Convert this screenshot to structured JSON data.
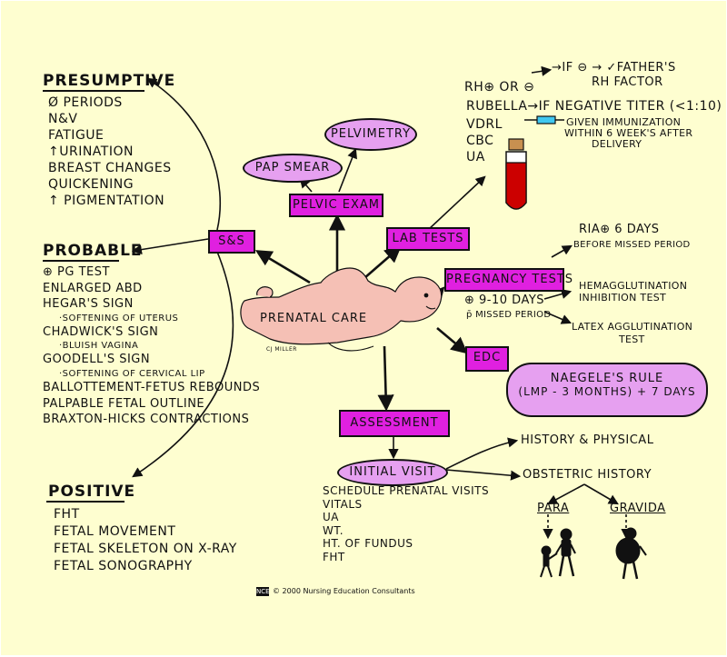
{
  "presumptive": {
    "title": "PRESUMPTIVE",
    "items": [
      "Ø PERIODS",
      "N&V",
      "FATIGUE",
      "↑URINATION",
      "BREAST CHANGES",
      "QUICKENING",
      "↑ PIGMENTATION"
    ]
  },
  "probable": {
    "title": "PROBABLE",
    "items": [
      {
        "text": "⊕ PG TEST",
        "sub": false
      },
      {
        "text": "ENLARGED ABD",
        "sub": false
      },
      {
        "text": "HEGAR'S SIGN",
        "sub": false
      },
      {
        "text": "·SOFTENING OF UTERUS",
        "sub": true
      },
      {
        "text": "CHADWICK'S SIGN",
        "sub": false
      },
      {
        "text": "·BLUISH VAGINA",
        "sub": true
      },
      {
        "text": "GOODELL'S SIGN",
        "sub": false
      },
      {
        "text": "·SOFTENING OF CERVICAL LIP",
        "sub": true
      },
      {
        "text": "BALLOTTEMENT-FETUS REBOUNDS",
        "sub": false
      },
      {
        "text": "PALPABLE FETAL OUTLINE",
        "sub": false
      },
      {
        "text": "BRAXTON-HICKS CONTRACTIONS",
        "sub": false
      }
    ]
  },
  "positive": {
    "title": "POSITIVE",
    "items": [
      "FHT",
      "FETAL MOVEMENT",
      "FETAL SKELETON ON X-RAY",
      "FETAL SONOGRAPHY"
    ]
  },
  "center": {
    "label": "PRENATAL   CARE",
    "artist": "CJ MILLER"
  },
  "ss": {
    "label": "S&S"
  },
  "pelvic": {
    "exam": "PELVIC EXAM",
    "pap": "PAP SMEAR",
    "pelvimetry": "PELVIMETRY"
  },
  "lab": {
    "label": "LAB TESTS",
    "rh_line": "RH⊕ OR ⊖",
    "rh_if": "→IF ⊖ → ✓FATHER'S",
    "rh_factor": "RH FACTOR",
    "rubella": "RUBELLA→IF NEGATIVE TITER (<1:10)",
    "immun1": "GIVEN IMMUNIZATION",
    "immun2": "WITHIN 6 WEEK'S AFTER",
    "immun3": "DELIVERY",
    "vdrl": "VDRL",
    "cbc": "CBC",
    "ua": "UA"
  },
  "pregnancy": {
    "label": "PREGNANCY TESTS",
    "ria": "RIA⊕ 6 DAYS",
    "ria_sub": "BEFORE MISSED PERIOD",
    "days": "⊕ 9-10 DAYS",
    "days_sub": "p̄ MISSED PERIOD",
    "hemag1": "HEMAGGLUTINATION",
    "hemag2": "INHIBITION TEST",
    "latex1": "LATEX AGGLUTINATION",
    "latex2": "TEST"
  },
  "edc": {
    "label": "EDC",
    "rule1": "NAEGELE'S RULE",
    "rule2": "(LMP - 3 MONTHS) + 7 DAYS"
  },
  "assessment": {
    "label": "ASSESSMENT",
    "initial": "INITIAL VISIT",
    "items": [
      "SCHEDULE PRENATAL VISITS",
      "VITALS",
      "UA",
      "WT.",
      "HT. OF FUNDUS",
      "FHT"
    ],
    "history": "HISTORY & PHYSICAL",
    "obstetric": "OBSTETRIC HISTORY",
    "para": "PARA",
    "gravida": "GRAVIDA"
  },
  "footer": {
    "logo": "NCE",
    "copyright": "© 2000 Nursing Education Consultants"
  },
  "colors": {
    "box": "#e020e0",
    "oval": "#e6a0f0",
    "background": "#fefed0",
    "tube": "#cc0000"
  }
}
